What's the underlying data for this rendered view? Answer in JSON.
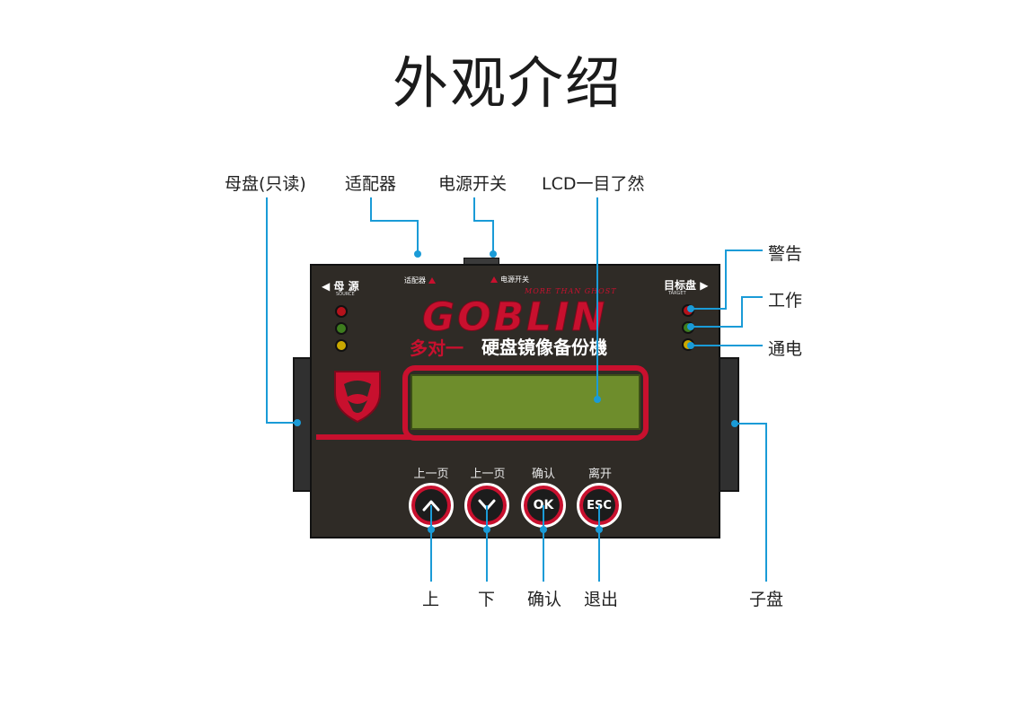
{
  "title": "外观介绍",
  "callouts": {
    "source_disk": "母盘(只读)",
    "adapter": "适配器",
    "power_switch": "电源开关",
    "lcd": "LCD一目了然",
    "warning": "警告",
    "working": "工作",
    "power_on": "通电",
    "up": "上",
    "down": "下",
    "confirm": "确认",
    "exit": "退出",
    "target_disk": "子盘"
  },
  "device": {
    "source_label": "母 源",
    "source_sub": "SOURCE",
    "target_label": "目标盘",
    "target_sub": "TARGET",
    "adapter_label": "适配器",
    "power_label": "电源开关",
    "brand": "GOBLIN",
    "slogan": "MORE THAN GHOST",
    "subtitle_red": "多对一",
    "subtitle_white": "硬盘镜像备份機",
    "buttons": [
      {
        "label": "上一页",
        "glyph": "chevron-up"
      },
      {
        "label": "上一页",
        "glyph": "chevron-down"
      },
      {
        "label": "确认",
        "text": "OK"
      },
      {
        "label": "离开",
        "text": "ESC"
      }
    ],
    "led_colors": [
      "#b5121b",
      "#3e7d1e",
      "#c9a800"
    ]
  },
  "colors": {
    "accent_line": "#1a9bd7",
    "brand_red": "#c8102e",
    "lcd_green": "#6e8d2c",
    "device_body": "#2f2b26"
  }
}
